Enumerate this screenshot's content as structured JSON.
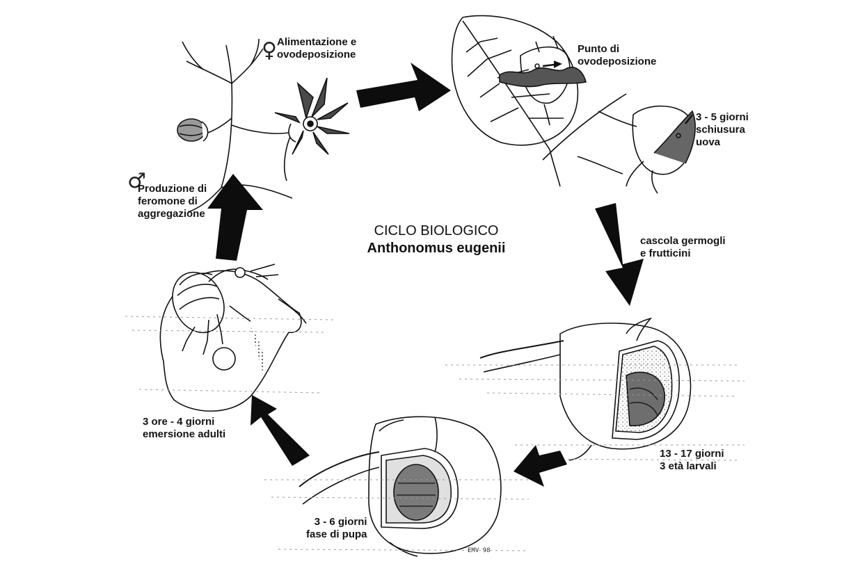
{
  "title": {
    "line1": "CICLO BIOLOGICO",
    "line2": "Anthonomus eugenii"
  },
  "symbols": {
    "female": "♀",
    "male": "♂"
  },
  "labels": {
    "feeding": [
      "Alimentazione e",
      "ovodeposizione"
    ],
    "oviposition_point": [
      "Punto di",
      "ovodeposizione"
    ],
    "hatching": [
      "3 - 5 giorni",
      "schiusura",
      "uova"
    ],
    "drop": [
      "cascola germogli",
      "e frutticini"
    ],
    "larval": [
      "13 - 17 giorni",
      "3 età larvali"
    ],
    "pupa": [
      "3 - 6 giorni",
      "fase di pupa"
    ],
    "emergence": [
      "3 ore - 4 giorni",
      "emersione adulti"
    ],
    "pheromone": [
      "Produzione di",
      "feromone di",
      "aggregazione"
    ]
  },
  "signature": "EMV 98",
  "colors": {
    "ink": "#111111",
    "arrow": "#0d0d0d",
    "petal": "#4a4a4a",
    "larva": "#7a7a7a",
    "soil": "#bfbfbf"
  }
}
